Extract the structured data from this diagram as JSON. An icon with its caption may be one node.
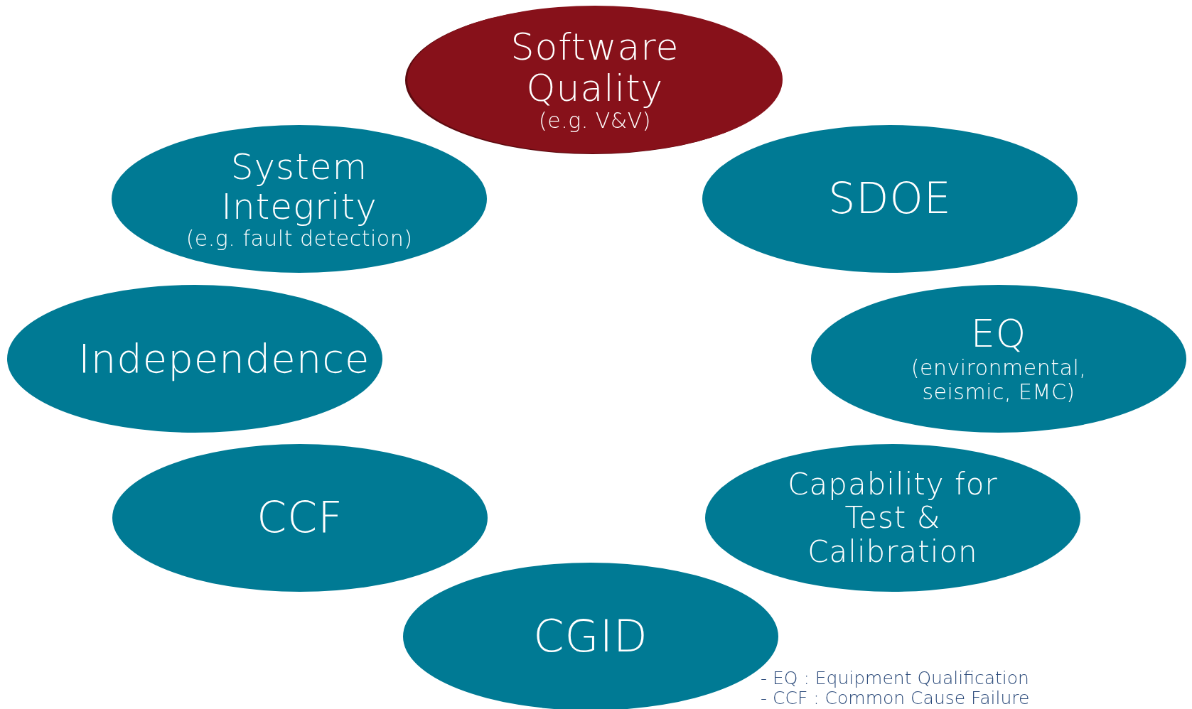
{
  "diagram": {
    "nodes": [
      {
        "text": [
          "Software Quality",
          "(e.g. V&V)"
        ]
      },
      {
        "text": [
          "System Integrity",
          "(e.g. fault detection)"
        ]
      },
      {
        "text": [
          "SDOE"
        ]
      },
      {
        "text": [
          "Independence"
        ]
      },
      {
        "text": [
          "EQ",
          "(environmental, seismic, EMC)"
        ]
      },
      {
        "text": [
          "CCF"
        ]
      },
      {
        "text": [
          "Capability for Test & Calibration"
        ]
      },
      {
        "text": [
          "CGID"
        ]
      }
    ],
    "labels": [
      "- EQ : Equipment Qualification",
      "- CCF : Common Cause Failure"
    ]
  }
}
